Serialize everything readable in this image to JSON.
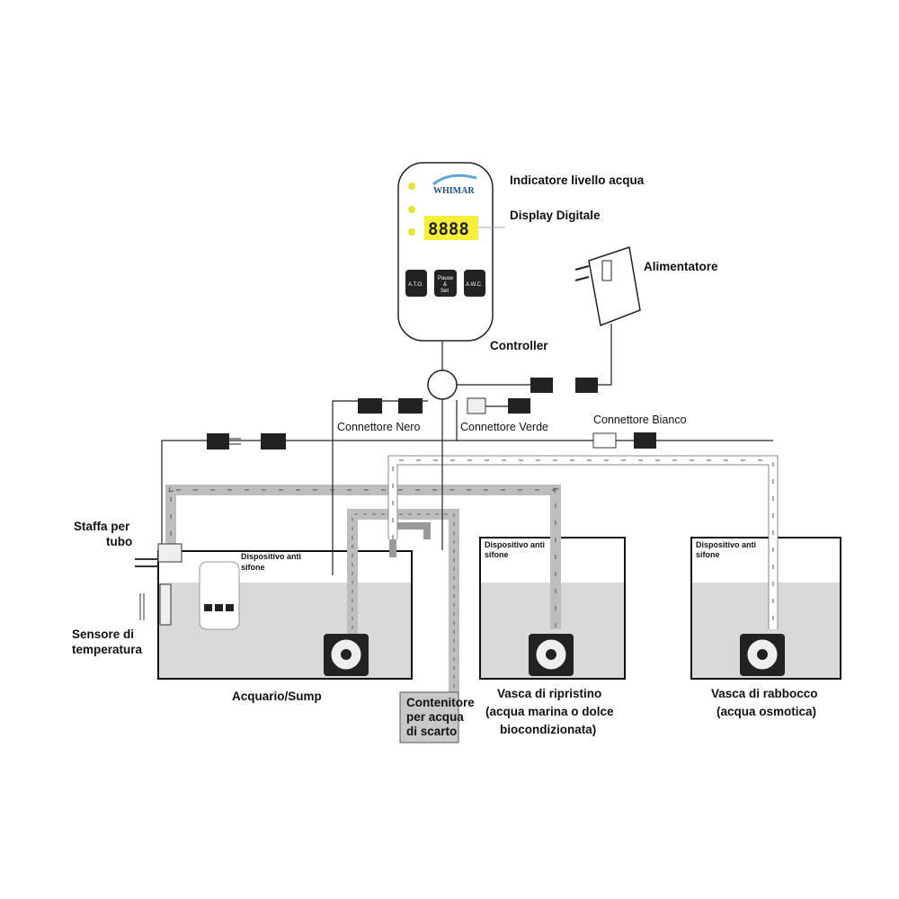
{
  "controller": {
    "logo": "WHIMAR",
    "display": "8888",
    "buttons": [
      "A.T.O.",
      "Pause",
      "&",
      "Set",
      "A.W.C."
    ],
    "label": "Controller"
  },
  "labels": {
    "water_level_indicator": "Indicatore livello acqua",
    "digital_display": "Display Digitale",
    "power_supply": "Alimentatore",
    "black_connector": "Connettore Nero",
    "green_connector": "Connettore Verde",
    "white_connector": "Connettore Bianco",
    "tube_bracket": [
      "Staffa per",
      "tubo"
    ],
    "anti_siphon": [
      "Dispositivo anti",
      "sifone"
    ],
    "temp_sensor": [
      "Sensore di",
      "temperatura"
    ],
    "aquarium": "Acquario/Sump",
    "waste": [
      "Contenitore",
      "per acqua",
      "di scarto"
    ],
    "refill_tank": [
      "Vasca di ripristino",
      "(acqua marina o dolce",
      "biocondizionata)"
    ],
    "topup_tank": [
      "Vasca di rabbocco",
      "(acqua osmotica)"
    ]
  },
  "colors": {
    "water": "#d9d9d9",
    "tube": "#bdbdbd",
    "led": "#e8e23a",
    "display": "#f5ef3a",
    "logo": "#1f4f9a"
  }
}
